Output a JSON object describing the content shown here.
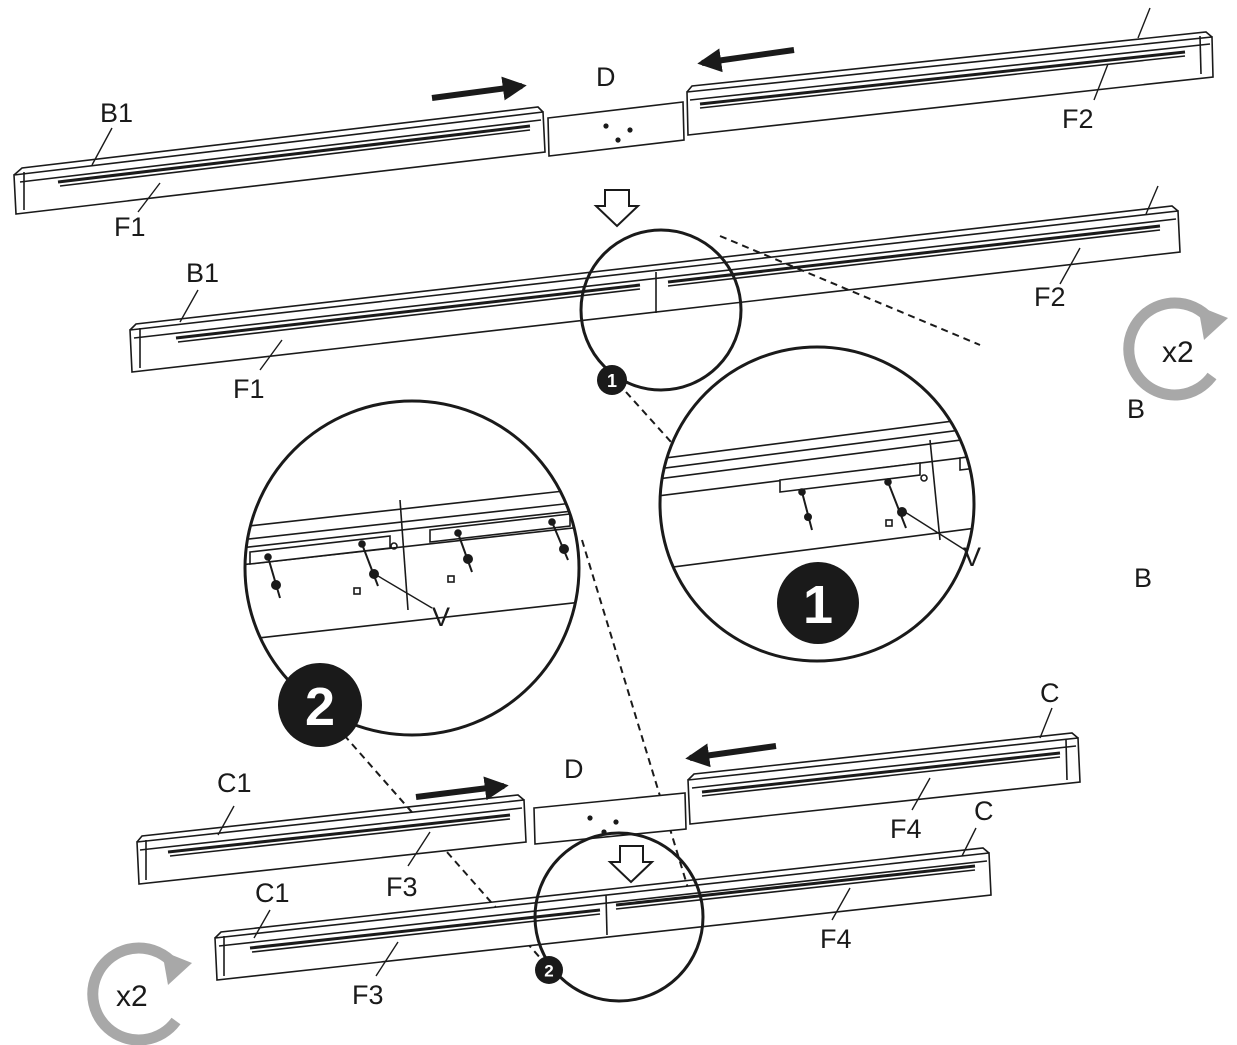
{
  "labels": {
    "b1_top": "B1",
    "f1_top": "F1",
    "d_top": "D",
    "f2_top": "F2",
    "b1_mid": "B1",
    "f1_mid": "F1",
    "f2_mid": "F2",
    "b_right_1": "B",
    "b_right_2": "B",
    "v_right": "V",
    "v_left": "V",
    "c_top": "C",
    "c1_a": "C1",
    "d_bottom": "D",
    "f3_a": "F3",
    "f4_a": "F4",
    "c_bottom": "C",
    "c1_b": "C1",
    "f3_b": "F3",
    "f4_b": "F4"
  },
  "callouts": {
    "one": "1",
    "two": "2"
  },
  "rotation": {
    "right_label": "x2",
    "left_label": "x2"
  },
  "colors": {
    "stroke": "#1a1a1a",
    "rotate_arrow": "#a8a8a8"
  }
}
